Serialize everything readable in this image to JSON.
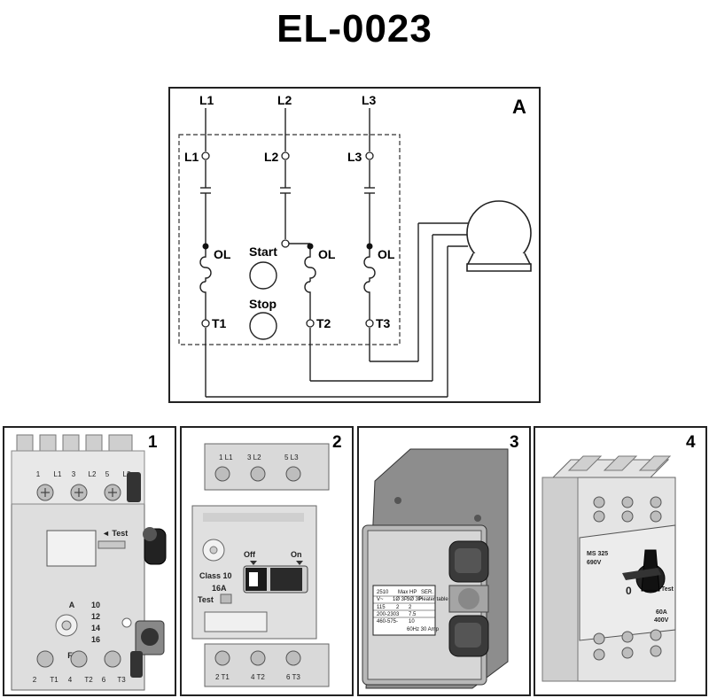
{
  "title": "EL-0023",
  "diagram": {
    "panel_label": "A",
    "lines_top": [
      "L1",
      "L2",
      "L3"
    ],
    "lines_inner": [
      "L1",
      "L2",
      "L3"
    ],
    "overload_labels": [
      "OL",
      "OL",
      "OL"
    ],
    "terminals": [
      "T1",
      "T2",
      "T3"
    ],
    "start_label": "Start",
    "stop_label": "Stop"
  },
  "options": [
    {
      "number": "1",
      "top_terminals": [
        "1",
        "L1",
        "3",
        "L2",
        "5",
        "L3"
      ],
      "bottom_terminals": [
        "2",
        "T1",
        "4",
        "T2",
        "6",
        "T3"
      ],
      "test_label": "◄ Test",
      "dial_header": "A",
      "dial_values": [
        "10",
        "12",
        "14",
        "16"
      ],
      "fla_label": "FLA"
    },
    {
      "number": "2",
      "top_terminals": [
        "1 L1",
        "3 L2",
        "5 L3"
      ],
      "bottom_terminals": [
        "2 T1",
        "4 T2",
        "6 T3"
      ],
      "off_label": "Off",
      "on_label": "On",
      "class_label": "Class 10",
      "amp_label": "16A",
      "test_label": "Test"
    },
    {
      "number": "3",
      "plate_header": [
        "2510",
        "Max HP",
        "SER."
      ],
      "plate_sub": [
        "V~",
        "1Ø 3P",
        "3Ø 3P",
        "Heater table"
      ],
      "plate_rows": [
        [
          "115",
          "2",
          "2"
        ],
        [
          "200-230",
          "3",
          "7.5"
        ],
        [
          "460-575",
          "-",
          "10"
        ]
      ],
      "plate_foot": "60Hz 30 Amp"
    },
    {
      "number": "4",
      "model_label": "MS 325",
      "voltage_label": "690V",
      "zero_label": "0",
      "test_label": "Test",
      "rating_amp": "60A",
      "rating_volt": "400V"
    }
  ]
}
